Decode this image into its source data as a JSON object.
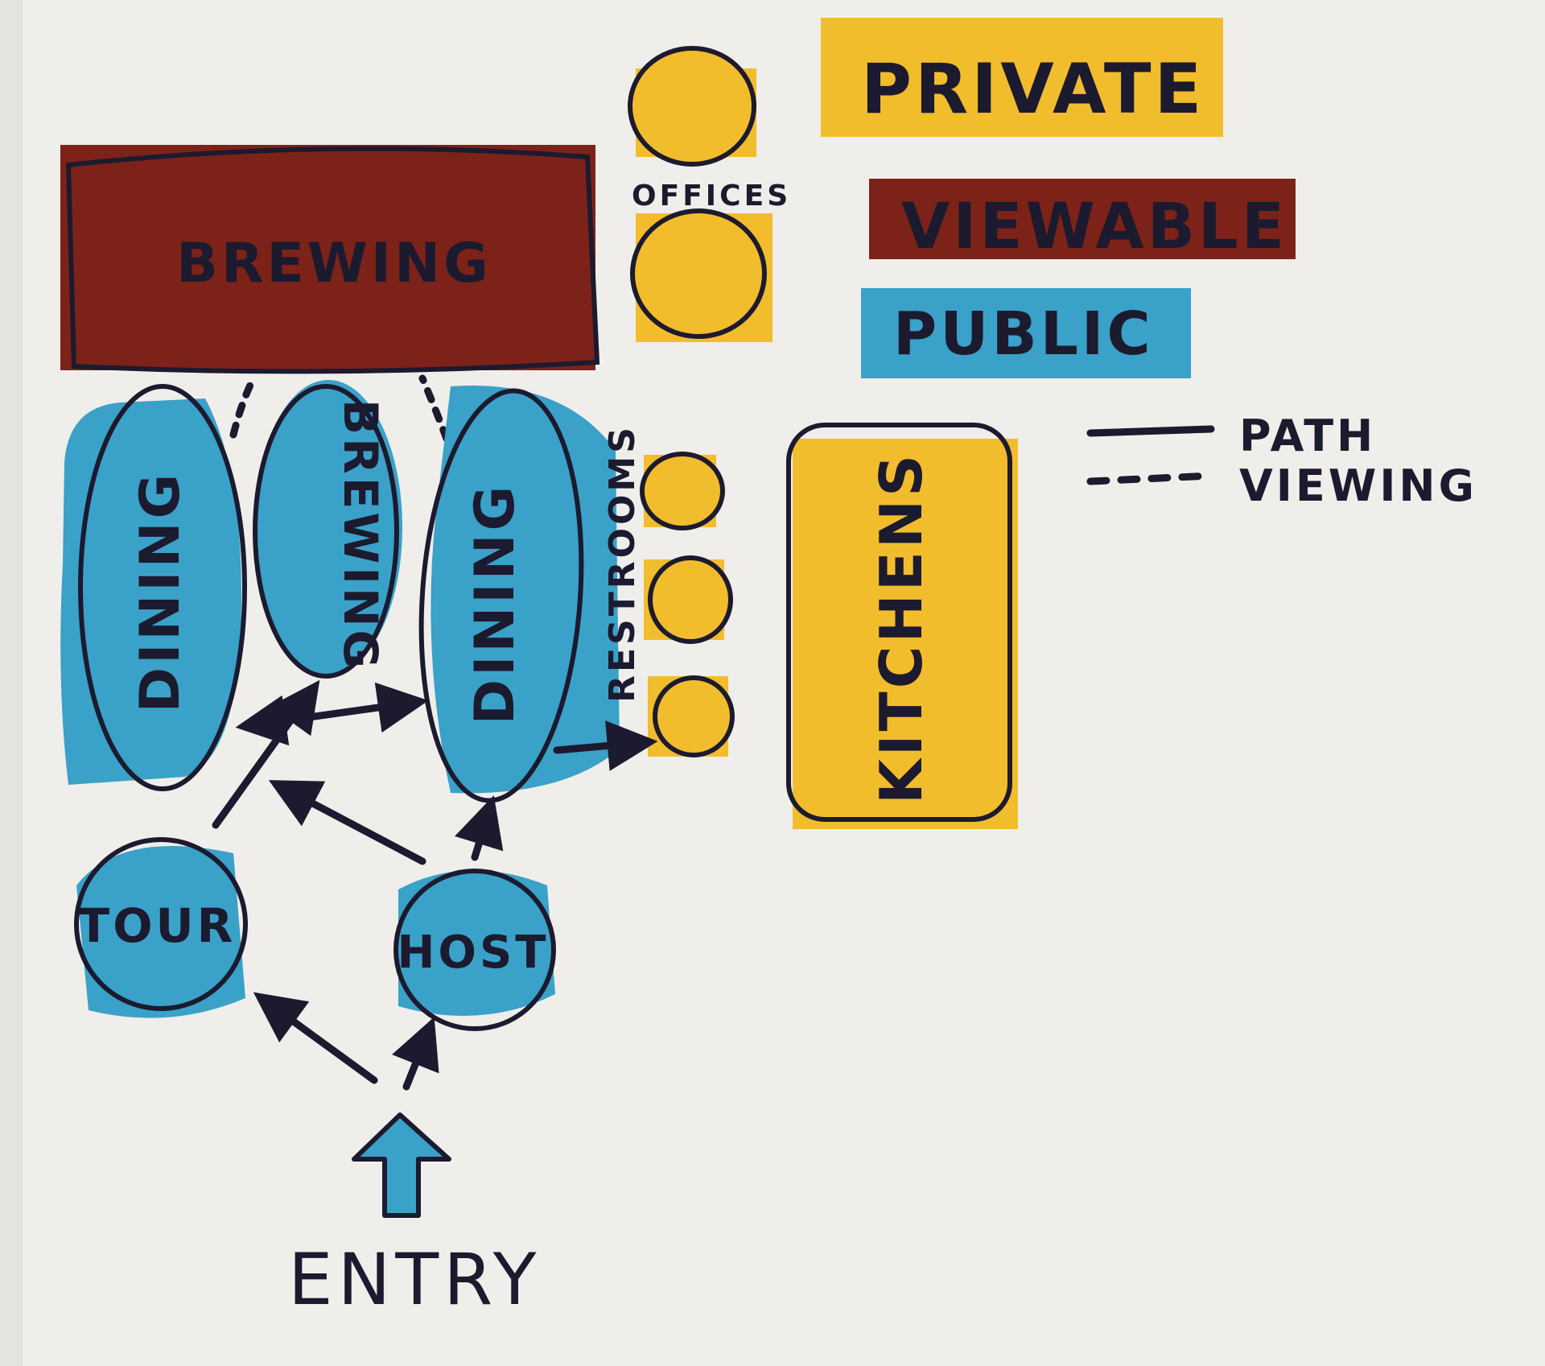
{
  "legend": {
    "private": "PRIVATE",
    "viewable": "VIEWABLE",
    "public": "PUBLIC",
    "path": "PATH",
    "viewing": "VIEWING"
  },
  "spaces": {
    "brewing_main": "BREWING",
    "brewing_small": "BREWING",
    "dining_left": "DINING",
    "dining_right": "DINING",
    "offices": "OFFICES",
    "restrooms": "RESTROOMS",
    "kitchens": "KITCHENS",
    "tour": "TOUR",
    "host": "HOST",
    "entry": "ENTRY"
  },
  "colors": {
    "private": "#f2bd2c",
    "viewable": "#7c2219",
    "public": "#3aa1c9",
    "ink": "#1c1a2e",
    "paper": "#efeeea"
  }
}
